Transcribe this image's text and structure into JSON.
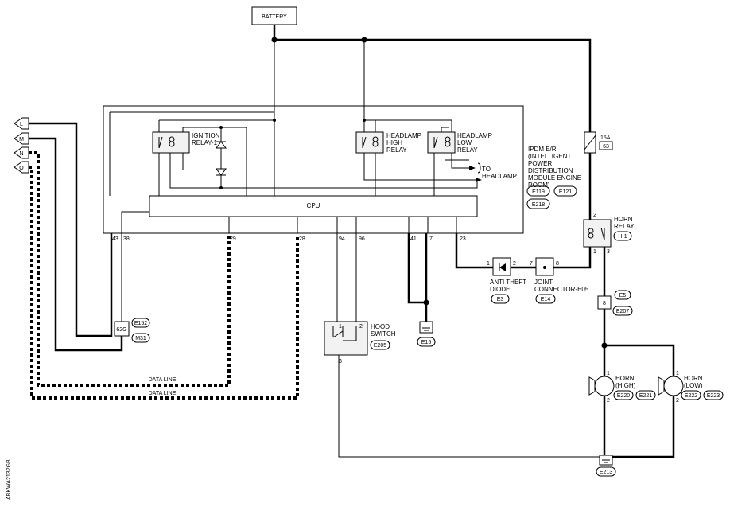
{
  "battery": "BATTERY",
  "ipdm": {
    "lines": [
      "IPDM E/R",
      "(INTELLIGENT",
      "POWER",
      "DISTRIBUTION",
      "MODULE ENGINE",
      "ROOM)"
    ],
    "connectors": [
      "E119",
      "E121",
      "E218"
    ]
  },
  "ignition_relay": [
    "IGNITION",
    "RELAY-1"
  ],
  "headlamp_high_relay": [
    "HEADLAMP",
    "HIGH",
    "RELAY"
  ],
  "headlamp_low_relay": [
    "HEADLAMP",
    "LOW",
    "RELAY"
  ],
  "to_headlamp": [
    "TO",
    "HEADLAMP"
  ],
  "cpu": "CPU",
  "terminals": [
    "43",
    "38",
    "29",
    "28",
    "94",
    "96",
    "41",
    "7",
    "23"
  ],
  "fuse": {
    "amp": "15A",
    "no": "63"
  },
  "horn_relay": {
    "lines": [
      "HORN",
      "RELAY"
    ],
    "conn": "H-1",
    "pins": [
      "2",
      "1",
      "3"
    ]
  },
  "anti_theft_diode": {
    "lines": [
      "ANTI THEFT",
      "DIODE"
    ],
    "conn": "E3",
    "pins": [
      "1",
      "2"
    ]
  },
  "joint_connector": {
    "lines": [
      "JOINT",
      "CONNECTOR-E05"
    ],
    "conn": "E14",
    "pins": [
      "7",
      "8"
    ]
  },
  "inline_connector": {
    "pin": "8",
    "conns": [
      "E5",
      "E207"
    ]
  },
  "hood_switch": {
    "lines": [
      "HOOD",
      "SWITCH"
    ],
    "conn": "E205",
    "pins": [
      "1",
      "2",
      "3"
    ]
  },
  "ground_e15": "E15",
  "ground_e213": "E213",
  "connector_62g": {
    "pin": "62G",
    "conns": [
      "E152",
      "M31"
    ]
  },
  "horn_high": {
    "lines": [
      "HORN",
      "(HIGH)"
    ],
    "conns": [
      "E220",
      "E221"
    ],
    "pins": [
      "1",
      "2"
    ]
  },
  "horn_low": {
    "lines": [
      "HORN",
      "(LOW)"
    ],
    "conns": [
      "E222",
      "E223"
    ],
    "pins": [
      "1",
      "2"
    ]
  },
  "data_line_1": "DATA LINE",
  "data_line_2": "DATA LINE",
  "left_refs": [
    "L",
    "M",
    "N",
    "O"
  ],
  "drawing_id": "ABKWA2132GB"
}
